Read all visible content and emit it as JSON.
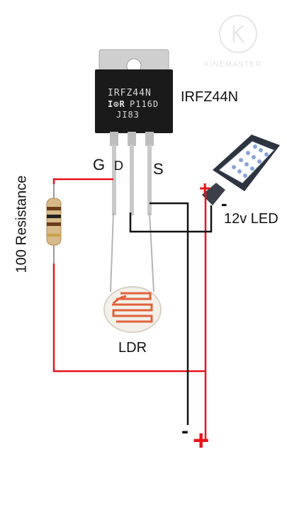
{
  "watermark": {
    "text": "KINEMASTER",
    "logo_letter": "K"
  },
  "transistor": {
    "part": "IRFZ44N",
    "marking_line1": "IRFZ44N",
    "marking_logo": "I⊙R",
    "marking_line2": "P116D",
    "marking_line3": "JI83",
    "pin_gate": "G",
    "pin_drain": "D",
    "pin_source": "S"
  },
  "resistor": {
    "label": "100 Resistance"
  },
  "ldr": {
    "label": "LDR"
  },
  "led": {
    "label": "12v LED",
    "plus": "+",
    "minus": "-"
  },
  "supply": {
    "minus": "-",
    "plus": "+"
  },
  "colors": {
    "wire_red": "#e8131b",
    "wire_black": "#111111",
    "ldr_track": "#e0623a",
    "chip": "#1a1a1a"
  }
}
